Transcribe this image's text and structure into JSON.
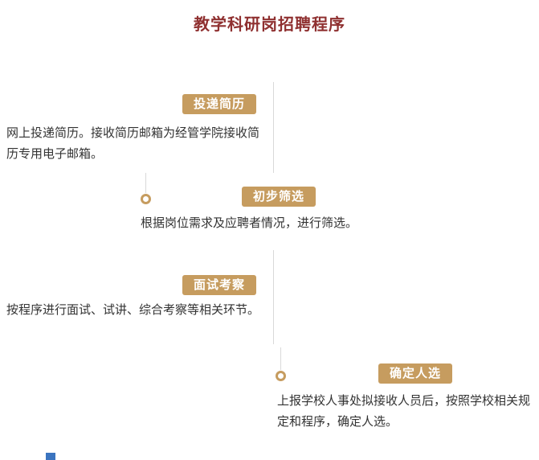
{
  "page": {
    "title": "教学科研岗招聘程序"
  },
  "steps": [
    {
      "badge": "投递简历",
      "description": "网上投递简历。接收简历邮箱为经管学院接收简历专用电子邮箱。"
    },
    {
      "badge": "初步筛选",
      "description": "根据岗位需求及应聘者情况，进行筛选。"
    },
    {
      "badge": "面试考察",
      "description": "按程序进行面试、试讲、综合考察等相关环节。"
    },
    {
      "badge": "确定人选",
      "description": "上报学校人事处拟接收人员后，按照学校相关规定和程序，确定人选。"
    }
  ],
  "colors": {
    "title_text": "#8f3030",
    "badge_background": "#c69c5f",
    "badge_text": "#ffffff",
    "connector_line": "#d9d9d9",
    "timeline_dot_ring": "#c69c5f",
    "body_text": "#333333",
    "bottom_fragment_blue": "#3b74bf"
  }
}
